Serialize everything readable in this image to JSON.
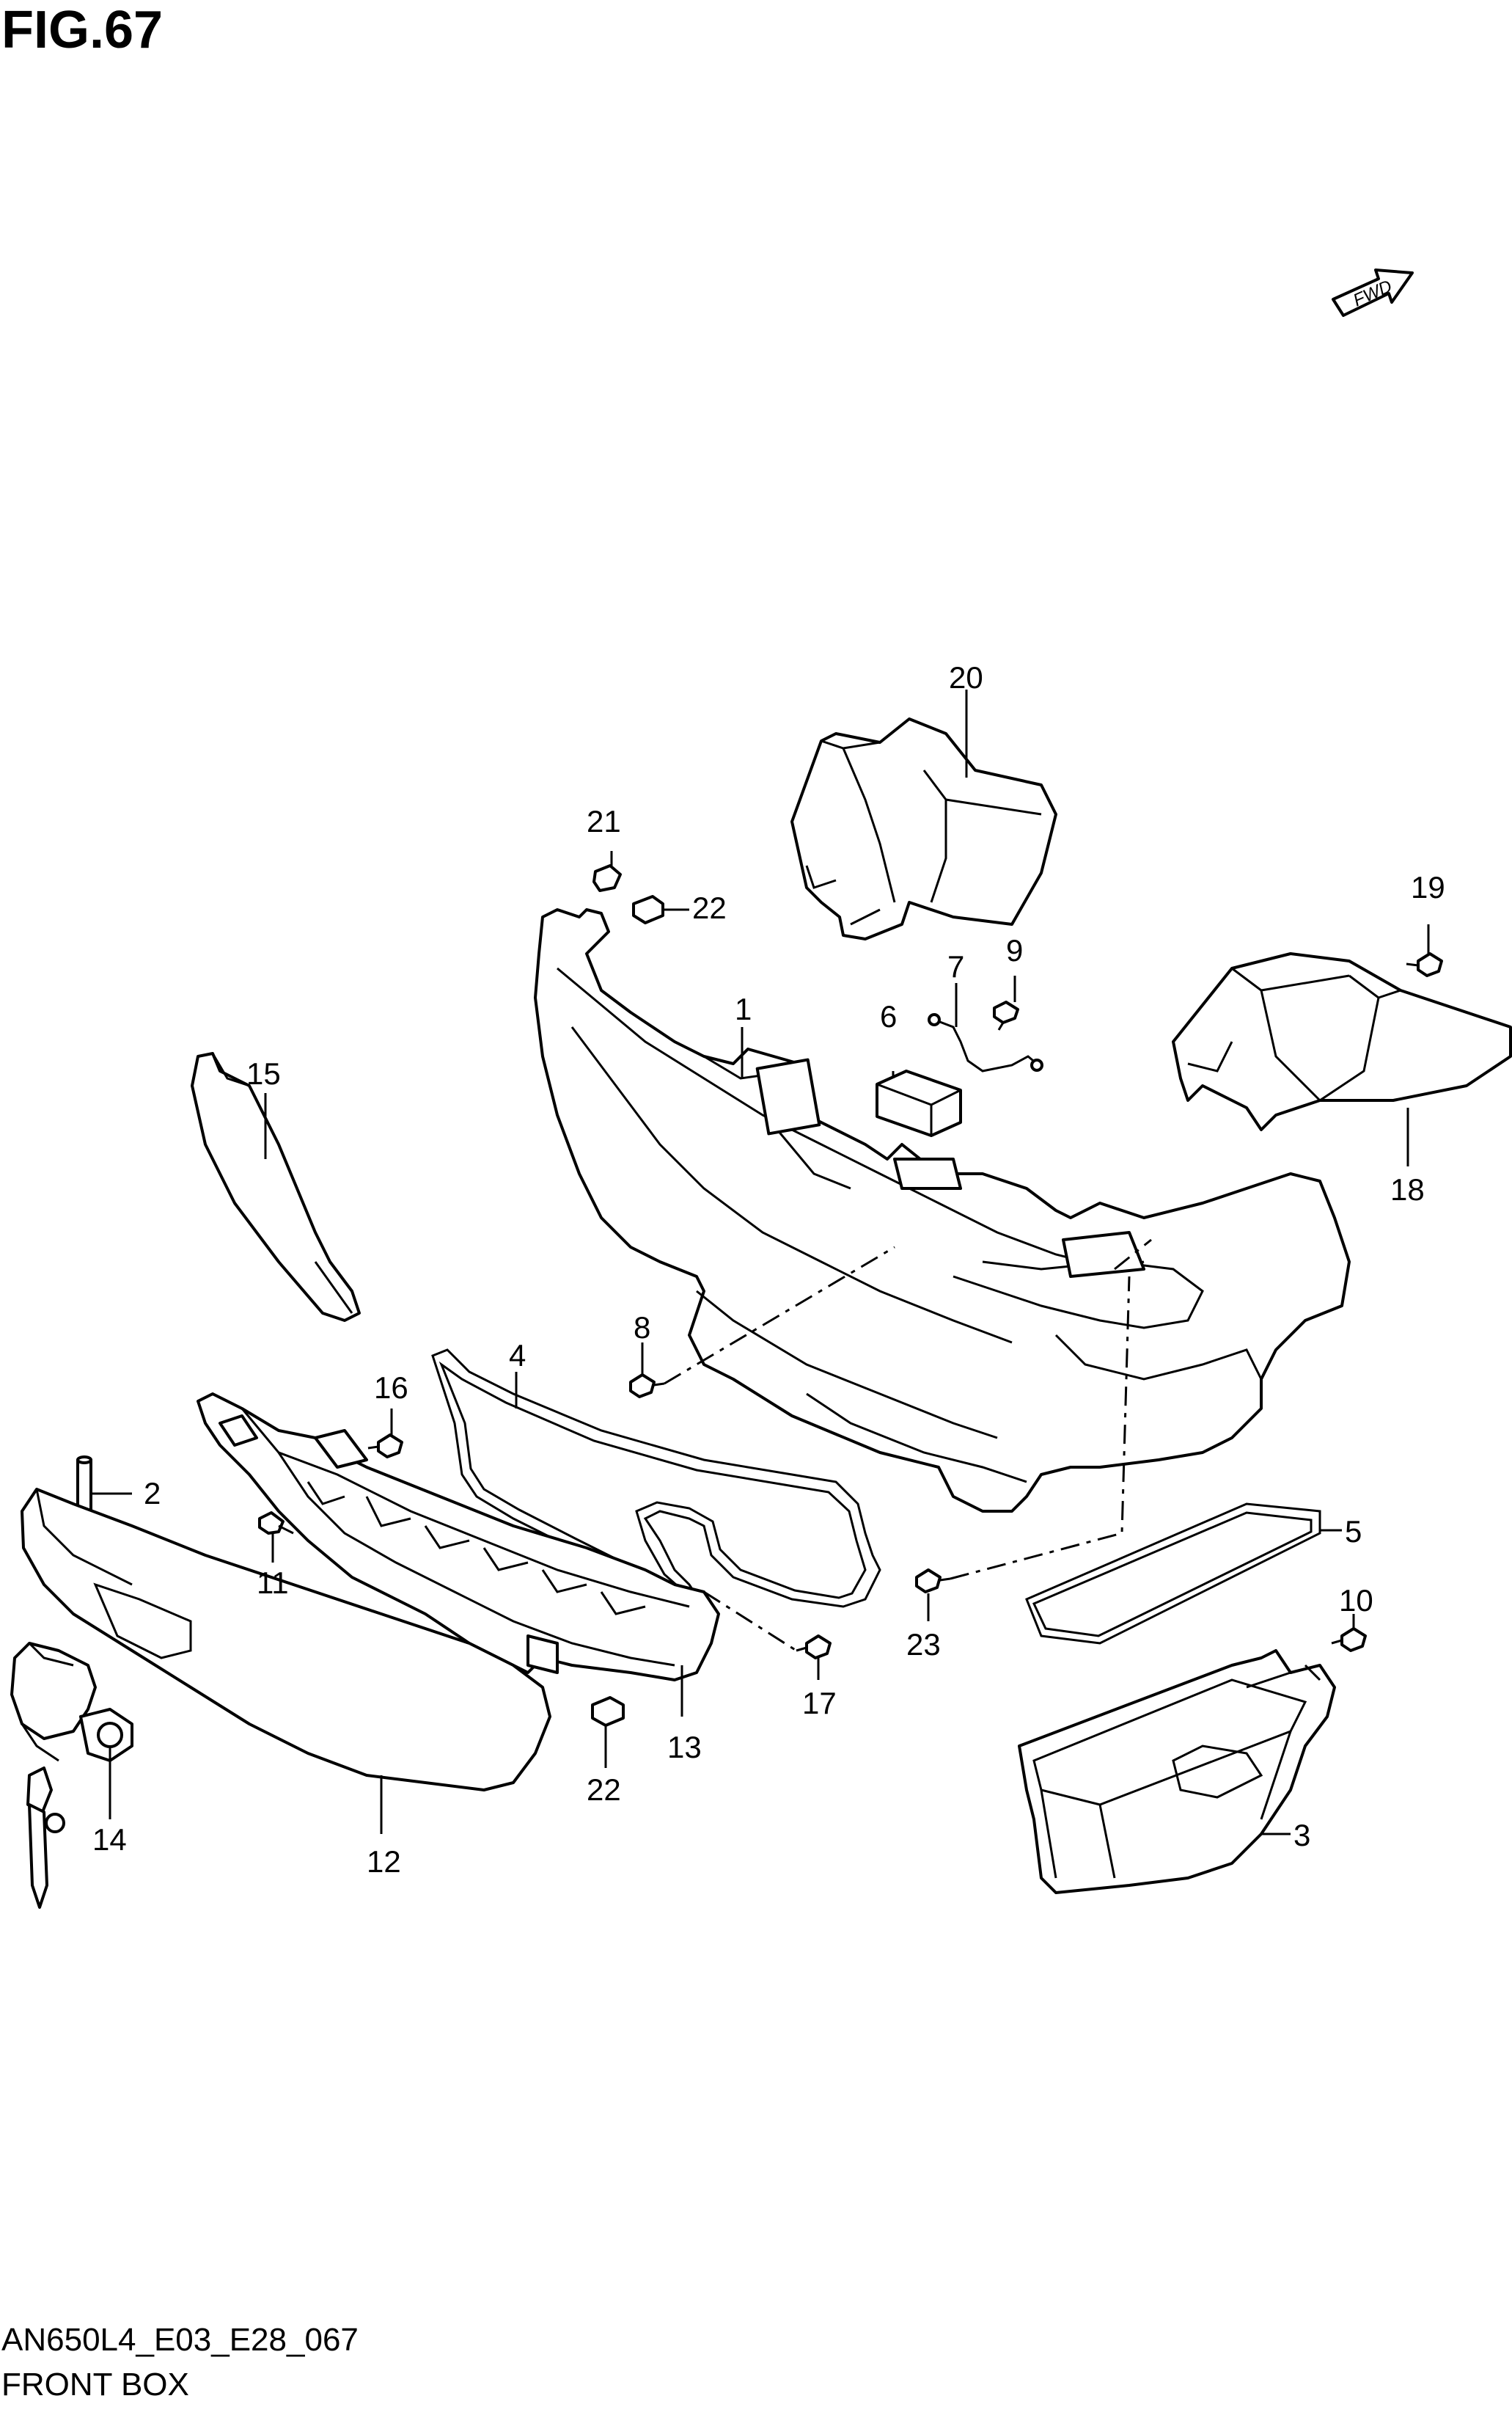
{
  "figure": {
    "title": "FIG.67",
    "code": "AN650L4_E03_E28_067",
    "name": "FRONT BOX",
    "fwd_label": "FWD"
  },
  "callouts": [
    {
      "id": "c1",
      "label": "1"
    },
    {
      "id": "c2",
      "label": "2"
    },
    {
      "id": "c3",
      "label": "3"
    },
    {
      "id": "c4",
      "label": "4"
    },
    {
      "id": "c5",
      "label": "5"
    },
    {
      "id": "c6",
      "label": "6"
    },
    {
      "id": "c7",
      "label": "7"
    },
    {
      "id": "c8",
      "label": "8"
    },
    {
      "id": "c9",
      "label": "9"
    },
    {
      "id": "c10",
      "label": "10"
    },
    {
      "id": "c11",
      "label": "11"
    },
    {
      "id": "c12",
      "label": "12"
    },
    {
      "id": "c13",
      "label": "13"
    },
    {
      "id": "c14",
      "label": "14"
    },
    {
      "id": "c15",
      "label": "15"
    },
    {
      "id": "c16",
      "label": "16"
    },
    {
      "id": "c17",
      "label": "17"
    },
    {
      "id": "c18",
      "label": "18"
    },
    {
      "id": "c19",
      "label": "19"
    },
    {
      "id": "c20",
      "label": "20"
    },
    {
      "id": "c21",
      "label": "21"
    },
    {
      "id": "c22a",
      "label": "22"
    },
    {
      "id": "c22b",
      "label": "22"
    },
    {
      "id": "c23",
      "label": "23"
    }
  ]
}
